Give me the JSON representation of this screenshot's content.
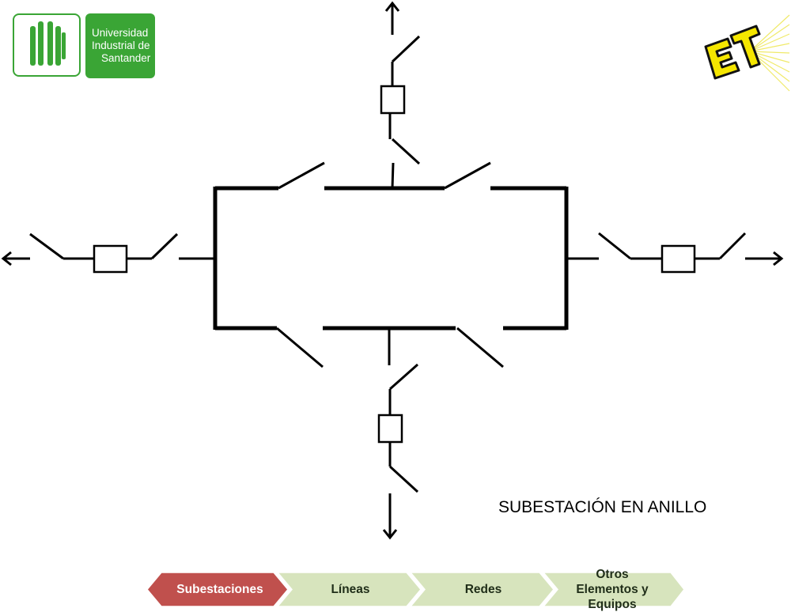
{
  "logos": {
    "uis": {
      "line1": "Universidad",
      "line2": "Industrial de",
      "line3": "Santander",
      "color": "#3aa535"
    },
    "et": {
      "icon": "et-logo-icon",
      "color": "#f5e600"
    }
  },
  "diagram": {
    "caption": "SUBESTACIÓN EN ANILLO",
    "line_color": "#000000"
  },
  "nav": {
    "items": [
      {
        "label": "Subestaciones",
        "active": true,
        "color": "#c0504d"
      },
      {
        "label": "Líneas",
        "active": false,
        "color": "#d7e4bd"
      },
      {
        "label": "Redes",
        "active": false,
        "color": "#d7e4bd"
      },
      {
        "label": "Otros Elementos y Equipos",
        "active": false,
        "color": "#d7e4bd"
      }
    ]
  }
}
